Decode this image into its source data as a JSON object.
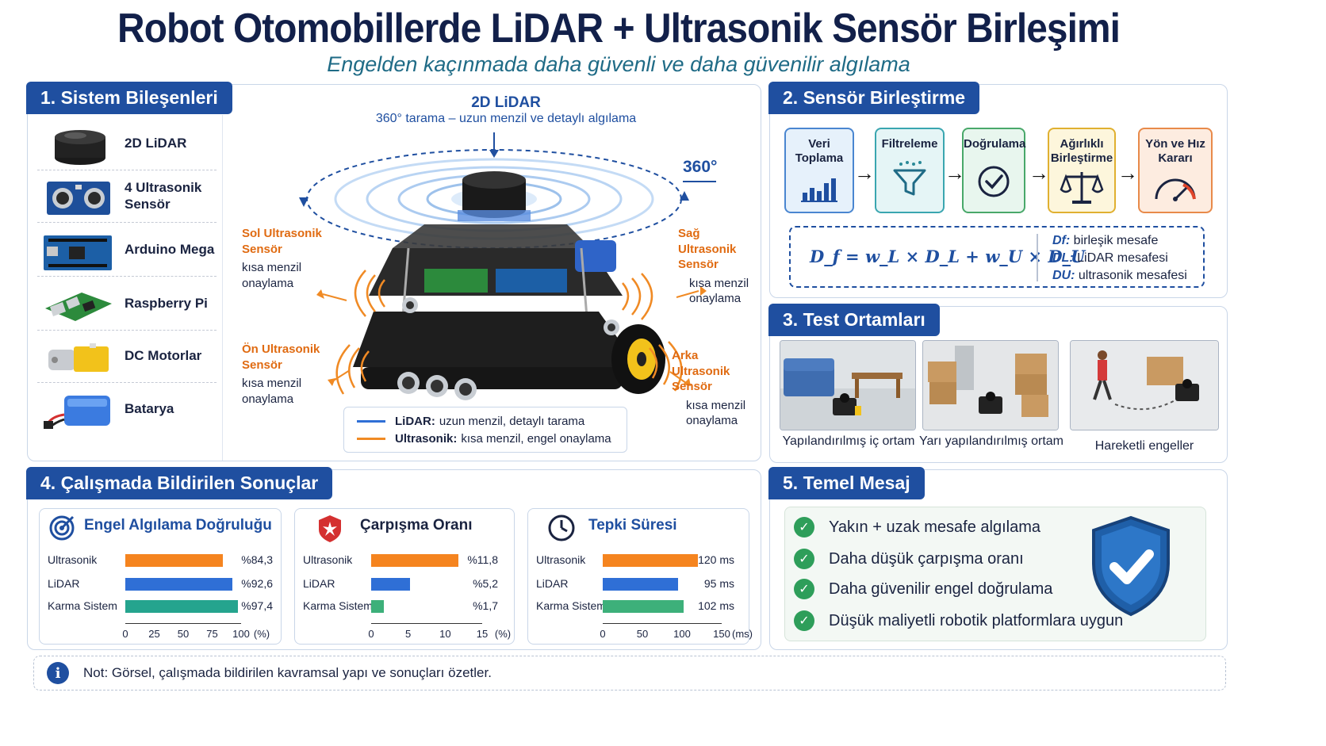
{
  "header": {
    "title": "Robot Otomobillerde LiDAR + Ultrasonik Sensör Birleşimi",
    "subtitle": "Engelden kaçınmada daha güvenli ve daha güvenilir algılama"
  },
  "section1": {
    "tab": "1. Sistem Bileşenleri",
    "components": [
      {
        "label": "2D LiDAR",
        "icon": "lidar-icon"
      },
      {
        "label": "4 Ultrasonik Sensör",
        "icon": "ultrasonic-sensor-icon"
      },
      {
        "label": "Arduino Mega",
        "icon": "arduino-board-icon"
      },
      {
        "label": "Raspberry Pi",
        "icon": "raspberry-pi-icon"
      },
      {
        "label": "DC Motorlar",
        "icon": "dc-motor-icon"
      },
      {
        "label": "Batarya",
        "icon": "battery-icon"
      }
    ],
    "robot": {
      "lidar_title": "2D LiDAR",
      "lidar_desc": "360° tarama – uzun menzil ve detaylı algılama",
      "scan_label": "360°",
      "left": {
        "name": "Sol Ultrasonik Sensör",
        "desc": "kısa menzil onaylama"
      },
      "right": {
        "name": "Sağ Ultrasonik Sensör",
        "desc": "kısa menzil onaylama"
      },
      "front": {
        "name": "Ön Ultrasonik Sensör",
        "desc": "kısa menzil onaylama"
      },
      "back": {
        "name": "Arka Ultrasonik Sensör",
        "desc": "kısa menzil onaylama"
      },
      "legend": [
        {
          "key": "LiDAR:",
          "text": "uzun menzil, detaylı tarama",
          "color": "#2f6fd6"
        },
        {
          "key": "Ultrasonik:",
          "text": "kısa menzil, engel onaylama",
          "color": "#f08a24"
        }
      ]
    }
  },
  "section2": {
    "tab": "2. Sensör Birleştirme",
    "steps": [
      {
        "label": "Veri Toplama",
        "icon": "bar-chart-icon",
        "bg": "#e6f1fb",
        "border": "#4a86d0"
      },
      {
        "label": "Filtreleme",
        "icon": "filter-icon",
        "bg": "#e5f5f6",
        "border": "#3aa6b0"
      },
      {
        "label": "Doğrulama",
        "icon": "check-circle-icon",
        "bg": "#e8f6ee",
        "border": "#49a86a"
      },
      {
        "label": "Ağırlıklı Birleştirme",
        "icon": "balance-scale-icon",
        "bg": "#fdf6dc",
        "border": "#e0b030"
      },
      {
        "label": "Yön ve Hız Kararı",
        "icon": "speedometer-icon",
        "bg": "#fdece0",
        "border": "#e88a4a"
      }
    ],
    "formula": "D_f = w_L × D_L + w_U × D_U",
    "legend": [
      {
        "key": "Df:",
        "text": "birleşik mesafe"
      },
      {
        "key": "DL:",
        "text": "LiDAR mesafesi"
      },
      {
        "key": "DU:",
        "text": "ultrasonik mesafesi"
      }
    ]
  },
  "section3": {
    "tab": "3. Test Ortamları",
    "scenes": [
      {
        "caption": "Yapılandırılmış iç ortam"
      },
      {
        "caption": "Yarı yapılandırılmış ortam"
      },
      {
        "caption": "Hareketli engeller"
      }
    ]
  },
  "section4": {
    "tab": "4. Çalışmada Bildirilen Sonuçlar",
    "charts": [
      {
        "title": "Engel Algılama Doğruluğu",
        "icon": "target-icon",
        "unit": "(%)",
        "ticks": [
          "0",
          "25",
          "50",
          "75",
          "100"
        ],
        "max": 100,
        "rows": [
          {
            "label": "Ultrasonik",
            "value": 84.3,
            "display": "%84,3",
            "color": "#f5841f"
          },
          {
            "label": "LiDAR",
            "value": 92.6,
            "display": "%92,6",
            "color": "#2f6fd6"
          },
          {
            "label": "Karma Sistem",
            "value": 97.4,
            "display": "%97,4",
            "color": "#25a48e"
          }
        ]
      },
      {
        "title": "Çarpışma Oranı",
        "icon": "collision-icon",
        "unit": "(%)",
        "ticks": [
          "0",
          "5",
          "10",
          "15"
        ],
        "max": 15,
        "rows": [
          {
            "label": "Ultrasonik",
            "value": 11.8,
            "display": "%11,8",
            "color": "#f5841f"
          },
          {
            "label": "LiDAR",
            "value": 5.2,
            "display": "%5,2",
            "color": "#2f6fd6"
          },
          {
            "label": "Karma Sistem",
            "value": 1.7,
            "display": "%1,7",
            "color": "#3db07a"
          }
        ]
      },
      {
        "title": "Tepki Süresi",
        "icon": "clock-icon",
        "unit": "(ms)",
        "ticks": [
          "0",
          "50",
          "100",
          "150"
        ],
        "max": 150,
        "rows": [
          {
            "label": "Ultrasonik",
            "value": 120,
            "display": "120 ms",
            "color": "#f5841f"
          },
          {
            "label": "LiDAR",
            "value": 95,
            "display": "95 ms",
            "color": "#2f6fd6"
          },
          {
            "label": "Karma Sistem",
            "value": 102,
            "display": "102 ms",
            "color": "#3db07a"
          }
        ]
      }
    ]
  },
  "section5": {
    "tab": "5. Temel Mesaj",
    "items": [
      "Yakın + uzak mesafe algılama",
      "Daha düşük çarpışma oranı",
      "Daha güvenilir engel doğrulama",
      "Düşük maliyetli robotik platformlara uygun"
    ]
  },
  "note": {
    "text": "Not: Görsel, çalışmada bildirilen kavramsal yapı ve sonuçları özetler."
  }
}
